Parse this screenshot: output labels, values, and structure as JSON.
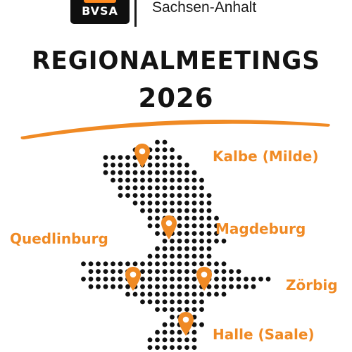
{
  "logo": {
    "text": "BVSA",
    "region": "Sachsen-Anhalt",
    "colors": {
      "box": "#0f0f0f",
      "roof": "#ff8a1f"
    }
  },
  "title": {
    "line1": "REGIONALMEETINGS",
    "line2": "2026"
  },
  "accent_color": "#f08a24",
  "map": {
    "icon": "dot-map-of-saxony-anhalt",
    "pin_icon": "location-pin-icon",
    "cities": [
      {
        "id": "kalbe",
        "label": "Kalbe (Milde)"
      },
      {
        "id": "magdeburg",
        "label": "Magdeburg"
      },
      {
        "id": "quedlinburg",
        "label": "Quedlinburg"
      },
      {
        "id": "zoerbig",
        "label": "Zörbig"
      },
      {
        "id": "halle",
        "label": "Halle (Saale)"
      }
    ]
  }
}
